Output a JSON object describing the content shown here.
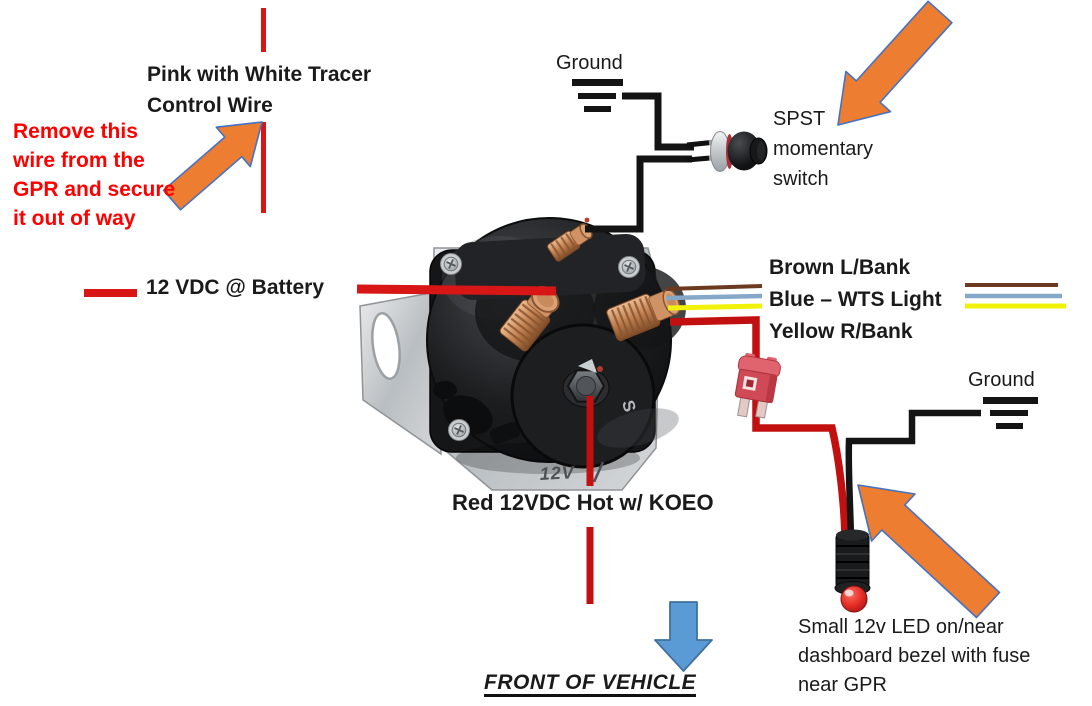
{
  "annotations": {
    "pink_wire": {
      "lines": [
        "Pink with White Tracer",
        "Control Wire"
      ]
    },
    "remove_note": {
      "lines": [
        "Remove this",
        "wire from the",
        "GPR and secure",
        "it out of way"
      ]
    },
    "battery_label": "12 VDC @ Battery",
    "ground_top_label": "Ground",
    "ground_right_label": "Ground",
    "switch_note": {
      "lines": [
        "SPST",
        "momentary",
        "switch"
      ]
    },
    "wire_labels": {
      "lines": [
        "Brown L/Bank",
        "Blue – WTS Light",
        "Yellow R/Bank"
      ]
    },
    "koeo_label": "Red 12VDC Hot w/ KOEO",
    "led_note": {
      "lines": [
        "Small 12v LED on/near",
        "dashboard bezel with fuse",
        "near GPR"
      ]
    },
    "front_label": "FRONT OF VEHICLE"
  },
  "solenoid": {
    "embossed_label": "12V",
    "terminal_marking": "S"
  },
  "colors": {
    "wire_red": "#d81616",
    "wire_dark_red": "#c21010",
    "wire_black": "#141414",
    "wire_brown": "#6b3a21",
    "wire_blue": "#85a8c8",
    "wire_yellow": "#f2f208",
    "note_red": "#ff0000",
    "arrow_orange": "#ed7d31",
    "arrow_outline": "#4472c4",
    "arrow_blue": "#5b9bd5",
    "arrow_blue_outline": "#41719c"
  }
}
